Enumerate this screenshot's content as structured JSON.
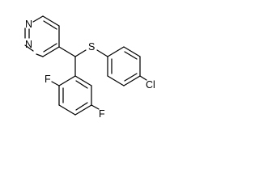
{
  "molecule": {
    "atoms": {
      "n_top": "N",
      "n_left": "N",
      "sulfur": "S",
      "chlorine": "Cl",
      "fluorine_ortho": "F",
      "fluorine_meta": "F"
    }
  },
  "colors": {
    "background": "#ffffff",
    "ink": "#000000"
  }
}
